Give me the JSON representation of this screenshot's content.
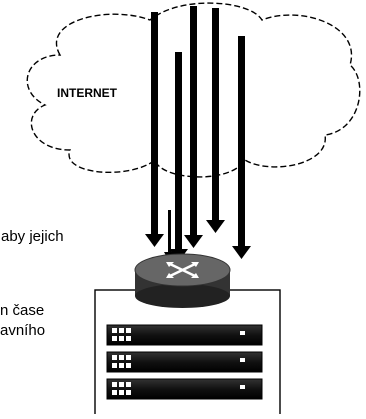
{
  "diagram": {
    "cloud_label": "INTERNET",
    "text_fragments": [
      "aby jejich",
      "n čase",
      "avního"
    ],
    "arrow_count": 6,
    "server_units": 3,
    "colors": {
      "ink": "#000000",
      "router": "#555555",
      "background": "#ffffff"
    },
    "icons": [
      "cloud-icon",
      "router-icon",
      "server-rack-icon"
    ]
  }
}
